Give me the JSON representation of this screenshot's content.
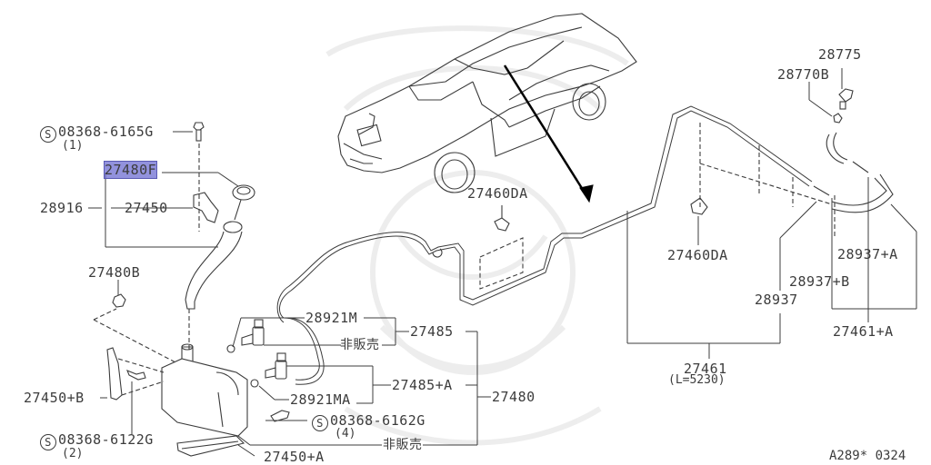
{
  "diagram": {
    "title": "Windshield washer tank & hoses parts diagram",
    "figure_code": "A289* 0324",
    "highlight_color": "#6e6ed2",
    "line_color": "#3c3c3c",
    "selected_part": "27480F"
  },
  "labels": {
    "bolt_top": {
      "code": "08368-6165G",
      "qty": "(1)",
      "std_symbol": "S"
    },
    "p27480F": "27480F",
    "p28916": "28916",
    "p27450": "27450",
    "p27480B": "27480B",
    "p27450B": "27450+B",
    "bolt_left": {
      "code": "08368-6122G",
      "qty": "(2)",
      "std_symbol": "S"
    },
    "p28921M": "28921M",
    "not_sold_1": "非販売",
    "p27485": "27485",
    "p28921MA": "28921MA",
    "p27485A": "27485+A",
    "p27480": "27480",
    "bolt_center": {
      "code": "08368-6162G",
      "qty": "(4)",
      "std_symbol": "S"
    },
    "not_sold_2": "非販売",
    "p27450A": "27450+A",
    "p27460DA_center": "27460DA",
    "p27460DA_right": "27460DA",
    "p28775": "28775",
    "p28770B": "28770B",
    "p28937A": "28937+A",
    "p28937B": "28937+B",
    "p28937": "28937",
    "p27461A": "27461+A",
    "p27461": "27461",
    "p27461_len": "(L=5230)"
  }
}
